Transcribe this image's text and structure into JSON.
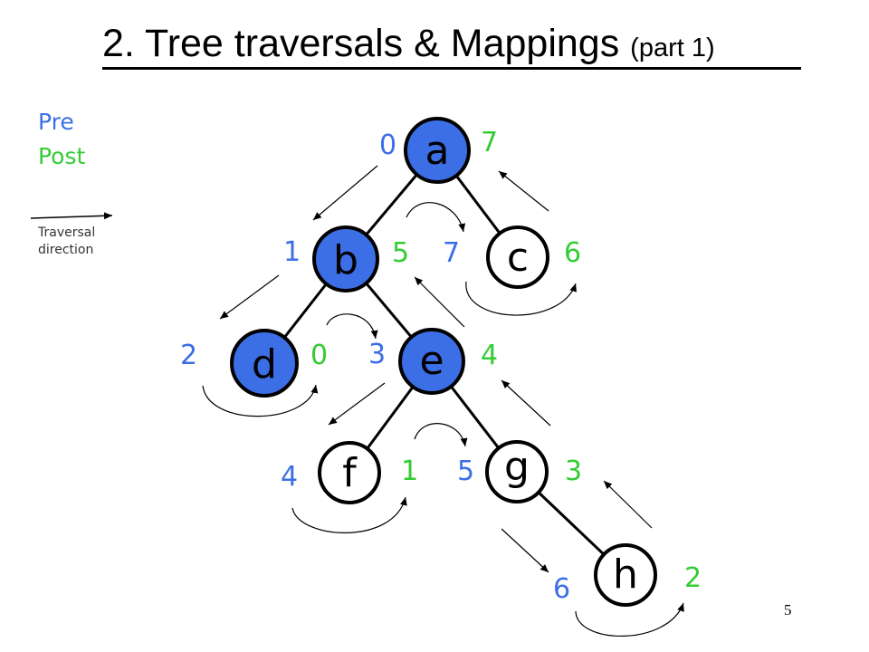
{
  "title": {
    "main": "2. Tree traversals & Mappings",
    "sub": "(part 1)"
  },
  "legend": {
    "pre": "Pre",
    "post": "Post",
    "direction_line1": "Traversal",
    "direction_line2": "direction"
  },
  "page_number": "5",
  "colors": {
    "pre": "#3c6ee6",
    "post": "#33cc33",
    "node_fill_blue": "#3c6ee6",
    "node_fill_white": "#ffffff",
    "edge": "#000000",
    "arrow": "#000000"
  },
  "nodes": {
    "a": {
      "label": "a",
      "pre": "0",
      "post": "7",
      "filled": true
    },
    "b": {
      "label": "b",
      "pre": "1",
      "post": "5",
      "filled": true
    },
    "c": {
      "label": "c",
      "pre": "7",
      "post": "6",
      "filled": false
    },
    "d": {
      "label": "d",
      "pre": "2",
      "post": "0",
      "filled": true
    },
    "e": {
      "label": "e",
      "pre": "3",
      "post": "4",
      "filled": true
    },
    "f": {
      "label": "f",
      "pre": "4",
      "post": "1",
      "filled": false
    },
    "g": {
      "label": "g",
      "pre": "5",
      "post": "3",
      "filled": false
    },
    "h": {
      "label": "h",
      "pre": "6",
      "post": "2",
      "filled": false
    }
  },
  "edges": [
    [
      "a",
      "b"
    ],
    [
      "a",
      "c"
    ],
    [
      "b",
      "d"
    ],
    [
      "b",
      "e"
    ],
    [
      "e",
      "f"
    ],
    [
      "e",
      "g"
    ],
    [
      "g",
      "h"
    ]
  ]
}
